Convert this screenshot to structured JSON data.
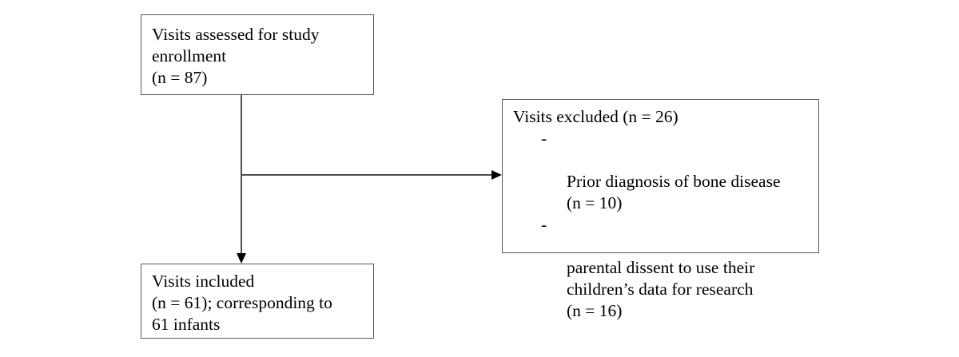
{
  "diagram": {
    "type": "flowchart",
    "title": "Participant flow diagram",
    "background_color": "#ffffff",
    "border_color": "#58595b",
    "connector_color": "#4d4d4d",
    "nodes": {
      "assessed": {
        "text": "Visits assessed for study\nenrollment\n(n = 87)",
        "lines": [
          "Visits assessed for study",
          "enrollment",
          "(n = 87)"
        ],
        "count": 87
      },
      "excluded": {
        "title": "Visits excluded (n = 26)",
        "count": 26,
        "bullet_glyph": "-",
        "items": [
          {
            "text": "Prior diagnosis of bone disease\n(n = 10)",
            "reason": "Prior diagnosis of bone disease",
            "count": 10
          },
          {
            "text": "parental dissent to use their\nchildren’s data for research\n(n = 16)",
            "reason": "parental dissent to use their children’s data for research",
            "count": 16
          }
        ]
      },
      "included": {
        "text": "Visits included\n(n = 61); corresponding to\n61 infants",
        "lines": [
          "Visits included",
          "(n = 61); corresponding to",
          "61 infants"
        ],
        "count": 61,
        "infants": 61
      }
    },
    "connectors": [
      {
        "name": "assessed-to-included",
        "from": "assessed",
        "to": "included",
        "direction": "down",
        "arrowhead": true
      },
      {
        "name": "assessed-to-excluded",
        "from": "assessed",
        "to": "excluded",
        "direction": "right",
        "arrowhead": true
      }
    ]
  }
}
